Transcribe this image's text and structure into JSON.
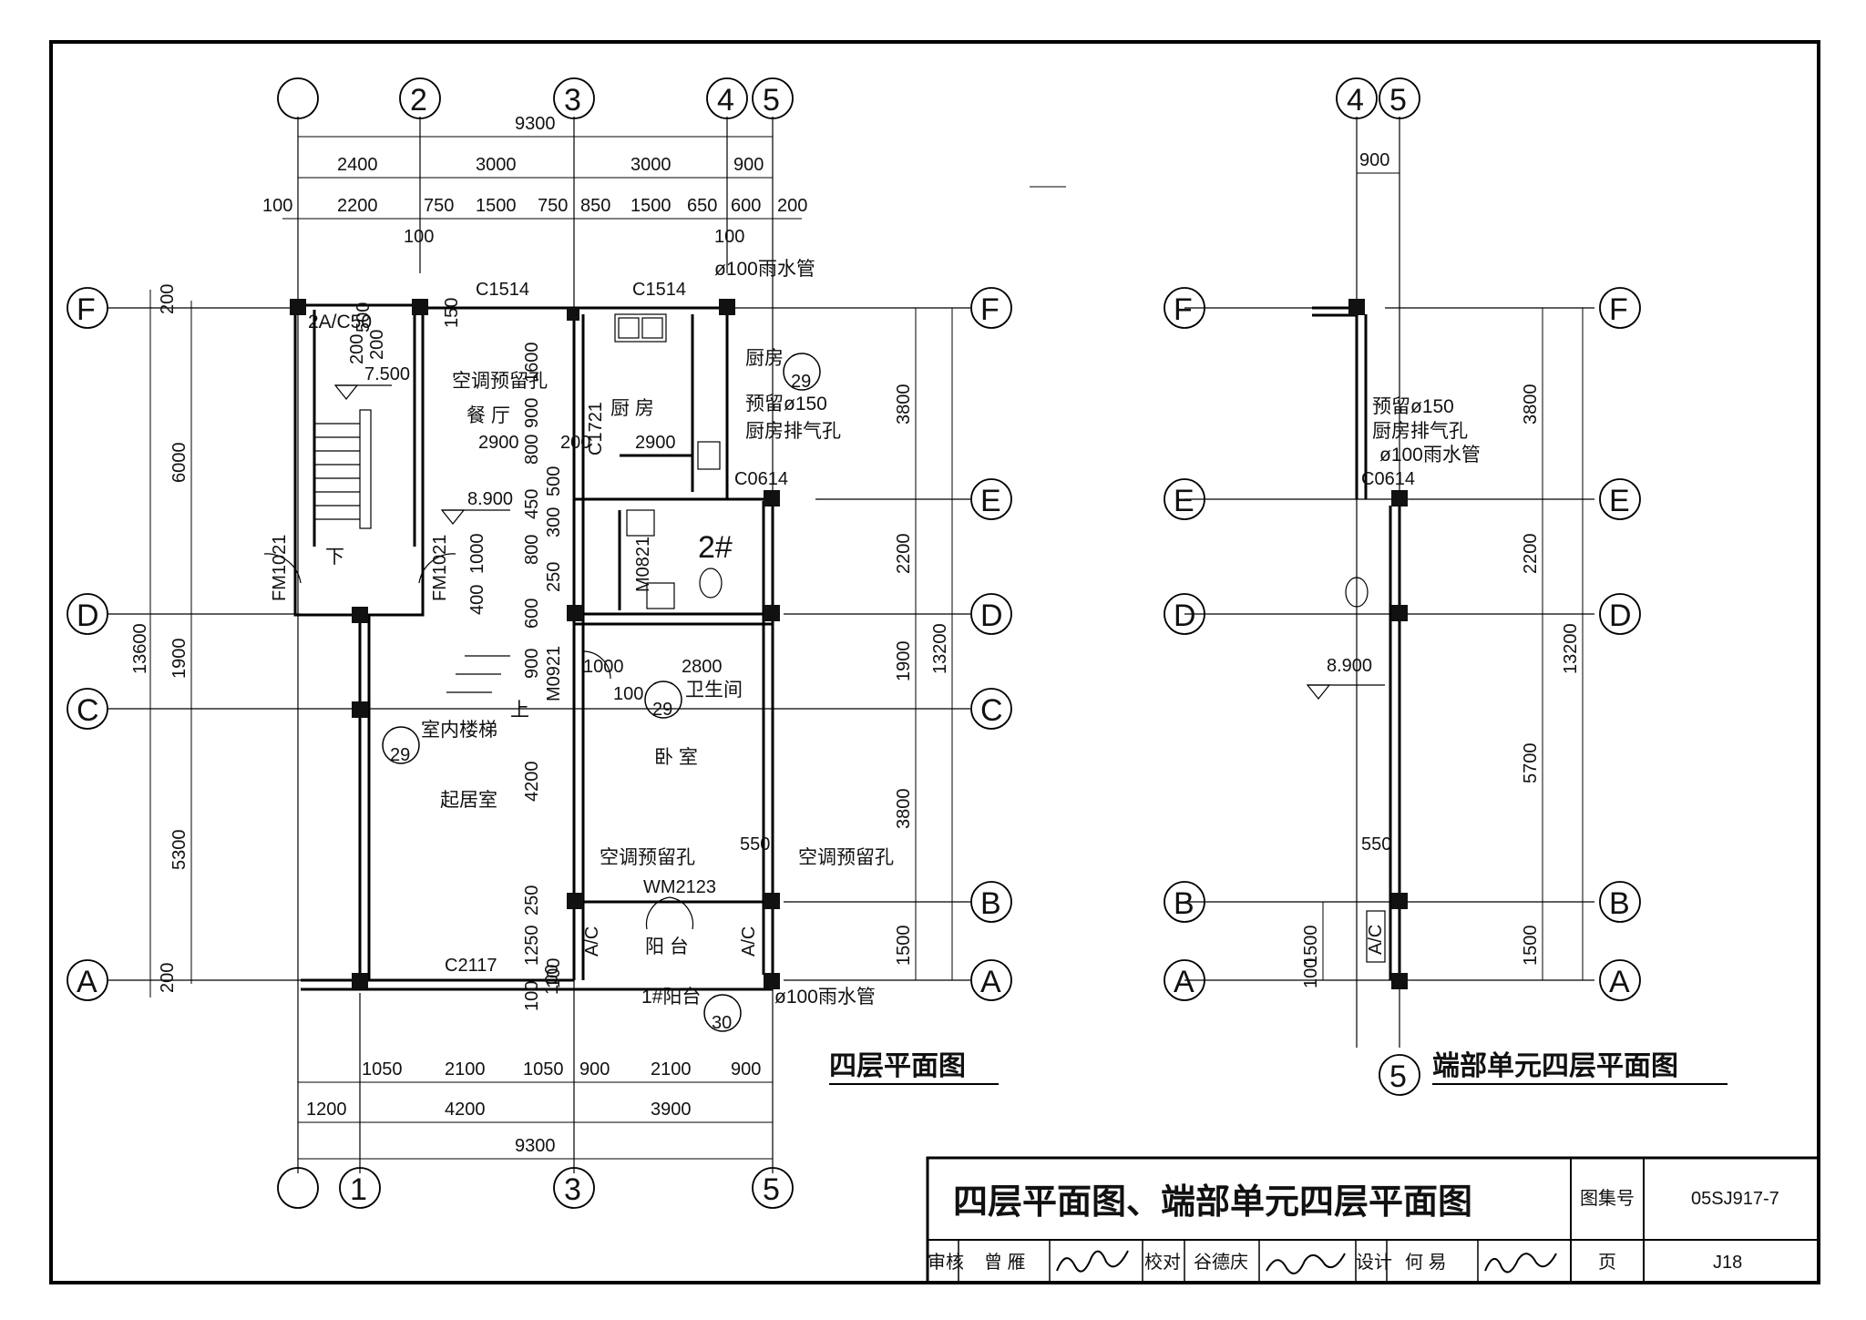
{
  "drawing": {
    "main_title": "四层平面图",
    "side_title": "端部单元四层平面图"
  },
  "title_block": {
    "sheet_title": "四层平面图、端部单元四层平面图",
    "atlas_label": "图集号",
    "atlas_no": "05SJ917-7",
    "page_label": "页",
    "page_no": "J18",
    "review_label": "审核",
    "reviewer": "曾 雁",
    "check_label": "校对",
    "checker": "谷德庆",
    "design_label": "设计",
    "designer": "何 易"
  },
  "axes": {
    "a": "A",
    "b": "B",
    "c": "C",
    "d": "D",
    "e": "E",
    "f": "F",
    "n1": "1",
    "n2": "2",
    "n3": "3",
    "n4": "4",
    "n5": "5"
  },
  "dims_top": {
    "total": "9300",
    "r1": [
      "2400",
      "3000",
      "3000",
      "900"
    ],
    "r2": [
      "100",
      "2200",
      "750",
      "1500",
      "750",
      "850",
      "1500",
      "650",
      "600",
      "200"
    ],
    "small": [
      "100",
      "100"
    ]
  },
  "dims_bottom": {
    "r1": [
      "1050",
      "2100",
      "1050",
      "900",
      "2100",
      "900"
    ],
    "r2": [
      "1200",
      "4200",
      "3900"
    ],
    "total": "9300"
  },
  "dims_left": {
    "total": "13600",
    "parts": [
      "6000",
      "1900",
      "5300"
    ],
    "small": [
      "200",
      "200"
    ]
  },
  "dims_right": {
    "total": "13200",
    "parts": [
      "3800",
      "2200",
      "1900",
      "3800",
      "1500"
    ]
  },
  "dims_inner": [
    "150",
    "1600",
    "900",
    "800",
    "500",
    "450",
    "300",
    "800",
    "250",
    "600",
    "900",
    "4200",
    "250",
    "1250",
    "100",
    "100",
    "500",
    "200",
    "200",
    "1000",
    "400",
    "2900",
    "2900",
    "200",
    "1000",
    "2800",
    "100",
    "550",
    "100"
  ],
  "rooms": {
    "dining": "餐 厅",
    "kitchen": "厨 房",
    "bedroom": "卧 室",
    "living": "起居室",
    "balcony": "阳 台",
    "wc": "2#",
    "down": "下",
    "up": "上"
  },
  "labels": {
    "c1514a": "C1514",
    "c1514b": "C1514",
    "c0614": "C0614",
    "c2117": "C2117",
    "c1721": "C1721",
    "wm2123": "WM2123",
    "m0821": "M0821",
    "m0921": "M0921",
    "fm1021a": "FM1021",
    "fm1021b": "FM1021",
    "ac1": "A/C",
    "ac2": "A/C",
    "elev1": "7.500",
    "elev2": "8.900",
    "ac_hole1": "空调预留孔",
    "ac_hole2": "空调预留孔",
    "ac_hole3": "空调预留孔",
    "pipe_top": "ø100雨水管",
    "pipe_bottom": "ø100雨水管",
    "vent1": "预留ø150",
    "vent2": "厨房排气孔",
    "kitchen_note": "厨房",
    "stair_note": "室内楼梯",
    "wc_note": "卫生间",
    "balcony_note": "1#阳台",
    "slope": "2A/C50"
  },
  "callouts": {
    "top": "—",
    "k_bottom": "29",
    "s_bottom": "29",
    "w_bottom": "29",
    "b_bottom": "30"
  },
  "side": {
    "axes": {
      "a": "A",
      "b": "B",
      "d": "D",
      "e": "E",
      "f": "F",
      "n4": "4",
      "n5": "5",
      "n5b": "5"
    },
    "dim_top": "900",
    "dims_right": [
      "3800",
      "2200",
      "13200",
      "5700",
      "1500"
    ],
    "dims_left": [
      "1500",
      "100"
    ],
    "dim_550": "550",
    "elev": "8.900",
    "c0614": "C0614",
    "vent1": "预留ø150",
    "vent2": "厨房排气孔",
    "pipe": "ø100雨水管",
    "ac": "A/C"
  }
}
